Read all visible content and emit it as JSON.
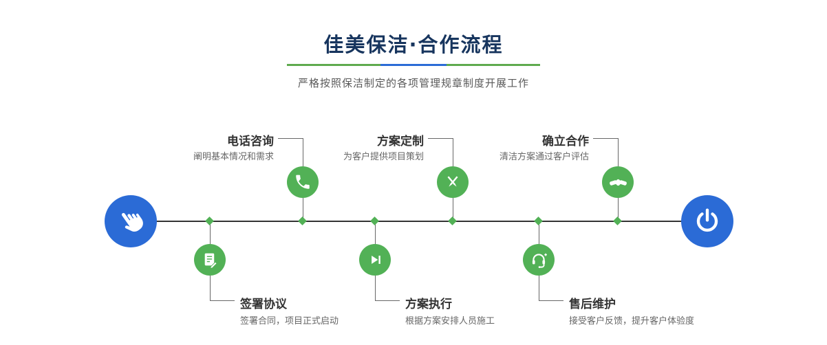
{
  "header": {
    "title": "佳美保洁·合作流程",
    "subtitle": "严格按照保洁制定的各项管理规章制度开展工作"
  },
  "steps": [
    {
      "title": "电话咨询",
      "desc": "阐明基本情况和需求",
      "icon": "phone-icon",
      "row": "top"
    },
    {
      "title": "方案定制",
      "desc": "为客户提供项目策划",
      "icon": "design-icon",
      "row": "top"
    },
    {
      "title": "确立合作",
      "desc": "清洁方案通过客户评估",
      "icon": "handshake-icon",
      "row": "top"
    },
    {
      "title": "签署协议",
      "desc": "签署合同，项目正式启动",
      "icon": "sign-icon",
      "row": "bottom"
    },
    {
      "title": "方案执行",
      "desc": "根据方案安排人员施工",
      "icon": "execute-icon",
      "row": "bottom"
    },
    {
      "title": "售后维护",
      "desc": "接受客户反馈，提升客户体验度",
      "icon": "support-icon",
      "row": "bottom"
    }
  ],
  "endpoints": {
    "start_icon": "pointing-hand-icon",
    "end_icon": "power-icon"
  },
  "colors": {
    "accent_green": "#52b156",
    "accent_blue": "#2b6bd6",
    "title_navy": "#17355e",
    "timeline": "#333333",
    "divider_green": "#5faa4e"
  }
}
